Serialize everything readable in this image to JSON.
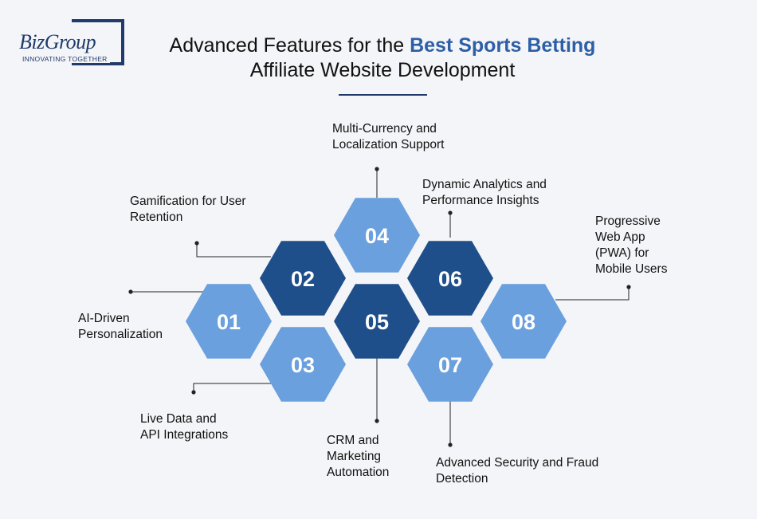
{
  "logo": {
    "name": "BizGroup",
    "tagline": "INNOVATING TOGETHER"
  },
  "title": {
    "line1_prefix": "Advanced Features for the ",
    "line1_highlight": "Best Sports Betting",
    "line2": "Affiliate Website Development"
  },
  "colors": {
    "dark": "#1f4f8a",
    "light": "#6aa0dd",
    "accent": "#2d5fa6"
  },
  "features": [
    {
      "num": "01",
      "label": [
        "AI-Driven",
        "Personalization"
      ],
      "tone": "light"
    },
    {
      "num": "02",
      "label": [
        "Gamification for User",
        "Retention"
      ],
      "tone": "dark"
    },
    {
      "num": "03",
      "label": [
        "Live Data and",
        "API Integrations"
      ],
      "tone": "light"
    },
    {
      "num": "04",
      "label": [
        "Multi-Currency and",
        "Localization Support"
      ],
      "tone": "light"
    },
    {
      "num": "05",
      "label": [
        "CRM and",
        "Marketing",
        "Automation"
      ],
      "tone": "dark"
    },
    {
      "num": "06",
      "label": [
        "Dynamic Analytics and",
        "Performance Insights"
      ],
      "tone": "dark"
    },
    {
      "num": "07",
      "label": [
        "Advanced Security and Fraud",
        "Detection"
      ],
      "tone": "light"
    },
    {
      "num": "08",
      "label": [
        "Progressive",
        "Web App",
        "(PWA) for",
        "Mobile Users"
      ],
      "tone": "light"
    }
  ]
}
